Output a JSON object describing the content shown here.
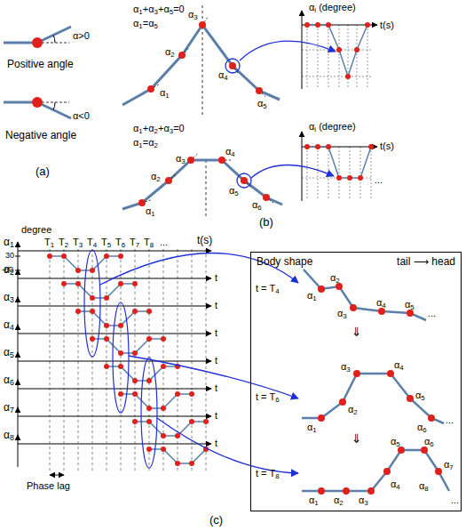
{
  "diagram": {
    "nodes": [
      {
        "text": [
          "Body shape",
          "tail ⟶ head"
        ]
      }
    ],
    "labels": [
      "α>0",
      "Positive angle",
      "α<0",
      "Negative angle",
      "(a)",
      "α1+α3+α5=0",
      "α1=α5",
      "α1",
      "α2",
      "α3",
      "α4",
      "α5",
      "αi (degree)",
      "t(s)",
      "α1+α2+α3=0",
      "α1=α2",
      "α1",
      "α2",
      "α3",
      "α4",
      "α5",
      "α6",
      "αi (degree)",
      "t(s)",
      "...",
      "(b)",
      "α1",
      "degree",
      "T1",
      "T2",
      "T3",
      "T4",
      "T5",
      "T6",
      "T7",
      "T8",
      "...",
      "t(s)",
      "30",
      "-60",
      "α2",
      "α3",
      "α4",
      "α5",
      "α6",
      "α7",
      "α8",
      "t",
      "t",
      "t",
      "t",
      "t",
      "t",
      "t",
      "Phase lag",
      "(c)",
      "α1",
      "α2",
      "α3",
      "α4",
      "α5",
      "...",
      "t = T4",
      "⇓",
      "α3",
      "α4",
      "α1",
      "α2",
      "α5",
      "α6",
      "...",
      "t = T6",
      "⇓",
      "α5",
      "α6",
      "α1",
      "α2",
      "α3",
      "α4",
      "α7",
      "α8",
      "...",
      "t = T8"
    ]
  }
}
